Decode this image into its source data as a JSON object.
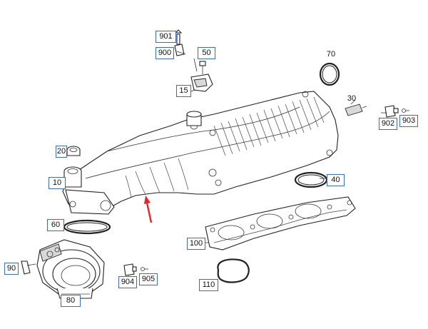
{
  "diagram": {
    "callouts": [
      {
        "id": "901",
        "text": "901"
      },
      {
        "id": "900",
        "text": "900"
      },
      {
        "id": "50",
        "text": "50"
      },
      {
        "id": "70",
        "text": "70"
      },
      {
        "id": "15",
        "text": "15"
      },
      {
        "id": "30",
        "text": "30"
      },
      {
        "id": "902",
        "text": "902"
      },
      {
        "id": "903",
        "text": "903"
      },
      {
        "id": "20",
        "text": "20"
      },
      {
        "id": "40",
        "text": "40"
      },
      {
        "id": "10",
        "text": "10"
      },
      {
        "id": "60",
        "text": "60"
      },
      {
        "id": "100",
        "text": "100"
      },
      {
        "id": "90",
        "text": "90"
      },
      {
        "id": "904",
        "text": "904"
      },
      {
        "id": "905",
        "text": "905"
      },
      {
        "id": "110",
        "text": "110"
      },
      {
        "id": "80",
        "text": "80"
      }
    ],
    "highlight_color": "#e3262c",
    "label_border_color": "#3d6fb0"
  }
}
